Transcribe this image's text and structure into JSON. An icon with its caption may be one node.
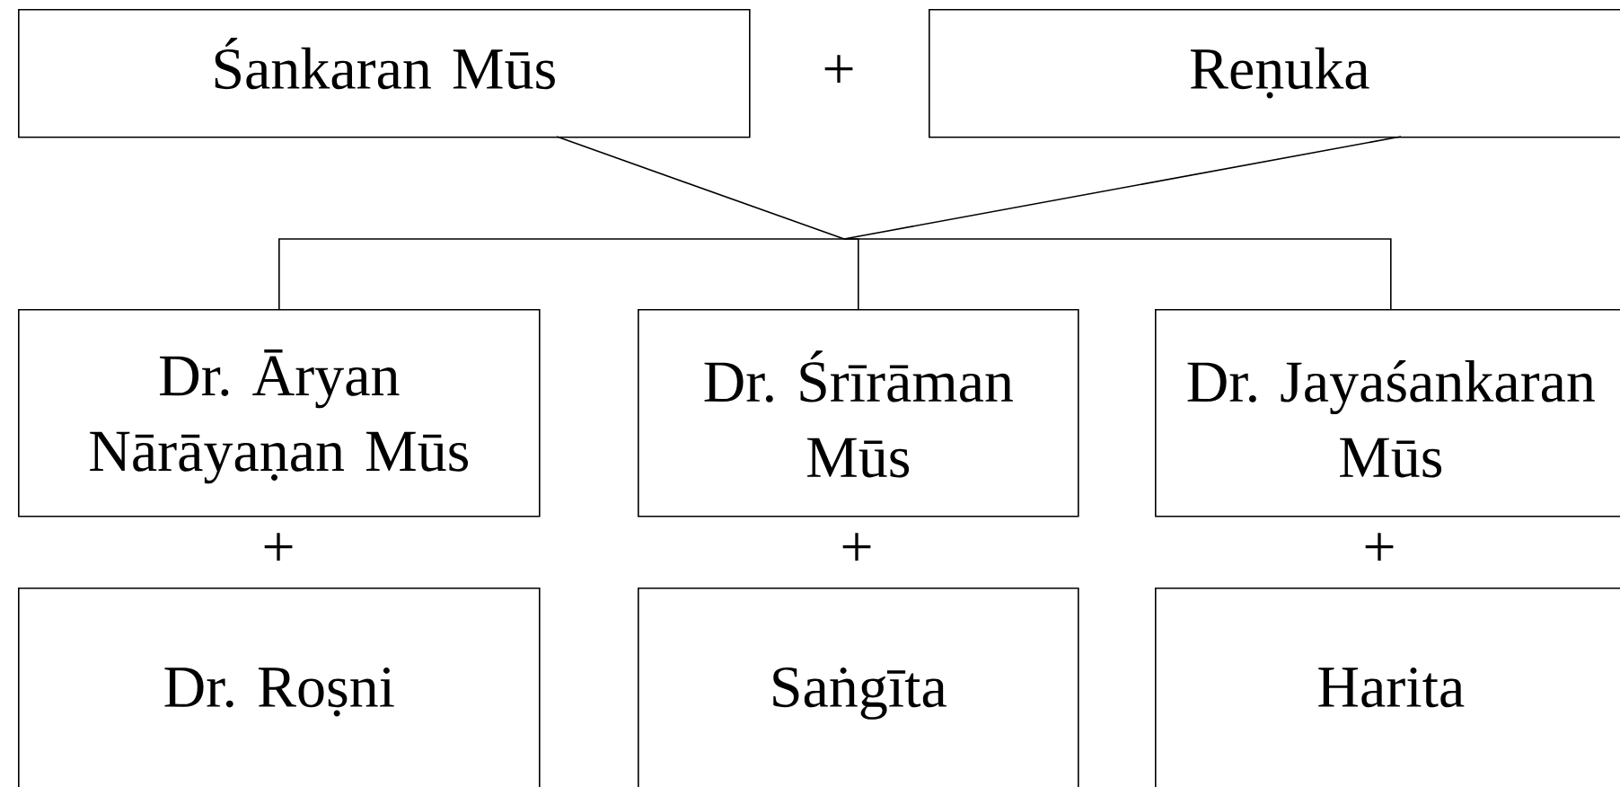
{
  "diagram": {
    "nodes": [
      {
        "text": [
          "Śankaran Mūs"
        ]
      },
      {
        "text": [
          "Reṇuka"
        ]
      },
      {
        "text": [
          "Dr. Āryan Nārāyaṇan Mūs"
        ]
      },
      {
        "text": [
          "Dr. Śrīrāman Mūs"
        ]
      },
      {
        "text": [
          "Dr. Jayaśankaran Mūs"
        ]
      },
      {
        "text": [
          "Dr. Roṣni"
        ]
      },
      {
        "text": [
          "Saṅgīta"
        ]
      },
      {
        "text": [
          "Harita"
        ]
      }
    ],
    "edges": [
      {
        "from": 0,
        "to": 2,
        "arrow": "none"
      },
      {
        "from": 0,
        "to": 3,
        "arrow": "none"
      },
      {
        "from": 0,
        "to": 4,
        "arrow": "none"
      },
      {
        "from": 1,
        "to": 2,
        "arrow": "none"
      },
      {
        "from": 1,
        "to": 3,
        "arrow": "none"
      },
      {
        "from": 1,
        "to": 4,
        "arrow": "none"
      }
    ],
    "labels": [
      "+",
      "+",
      "+",
      "+"
    ]
  }
}
